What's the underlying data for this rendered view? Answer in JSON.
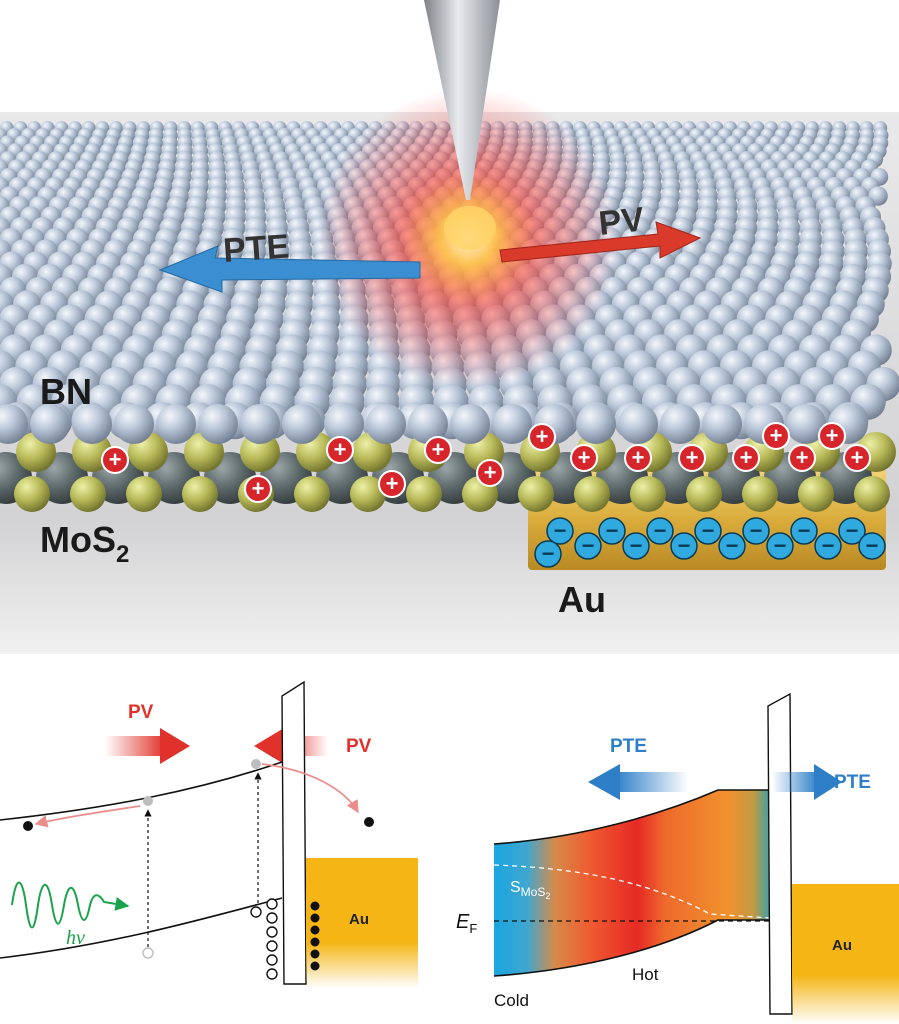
{
  "top_panel": {
    "labels": {
      "bn": "BN",
      "mos2_main": "MoS",
      "mos2_sub": "2",
      "au": "Au",
      "pte": "PTE",
      "pv": "PV"
    },
    "plus_sign": "+",
    "minus_sign": "−",
    "colors": {
      "bn_atom": "#b7c5d8",
      "mo_atom": "#5e6a6c",
      "s_atom": "#b9bb5a",
      "au": "#e0b94a",
      "pte_arrow": "#3b8fd0",
      "pv_arrow": "#d93a2a",
      "hole": "#d7262b",
      "electron": "#2fa9de"
    }
  },
  "bottom_left": {
    "pv_left": "PV",
    "pv_right": "PV",
    "photon": "hν",
    "au": "Au",
    "colors": {
      "pv": "#e0322a",
      "photon": "#1aa34a",
      "au": "#f4b515"
    }
  },
  "bottom_right": {
    "pte_left": "PTE",
    "pte_right": "PTE",
    "s_main": "S",
    "s_sub": "MoS",
    "s_sub2": "2",
    "ef_main": "E",
    "ef_sub": "F",
    "cold": "Cold",
    "hot": "Hot",
    "au": "Au",
    "colors": {
      "pte": "#2f7fc8",
      "au": "#f4b515"
    }
  }
}
